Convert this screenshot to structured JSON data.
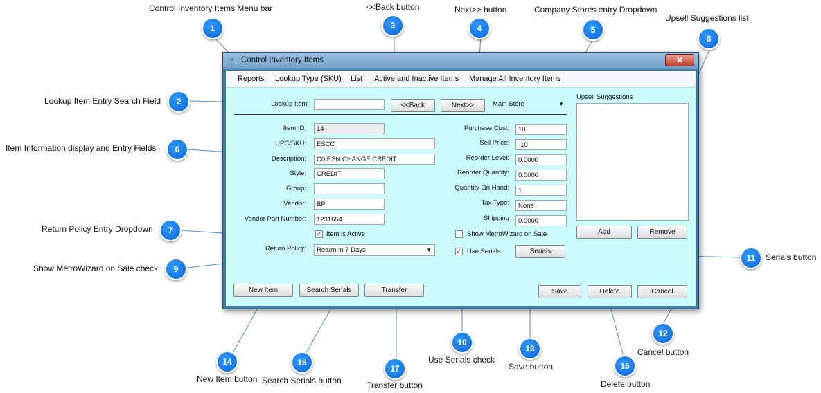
{
  "window": {
    "title": "Control Inventory Items",
    "close_label": "✕"
  },
  "menu": [
    "Reports",
    "Lookup Type (SKU)",
    "List",
    "Active and Inactive Items",
    "Manage All Inventory Items"
  ],
  "lookup": {
    "label": "Lookup Item:",
    "value": "",
    "back_label": "<<Back",
    "next_label": "Next>>",
    "store_value": "Main Store"
  },
  "fields": {
    "item_id": {
      "label": "Item ID:",
      "value": "14"
    },
    "upc": {
      "label": "UPC/SKU:",
      "value": "ESCC"
    },
    "description": {
      "label": "Description:",
      "value": "C0 ESN CHANGE CREDIT"
    },
    "style": {
      "label": "Style:",
      "value": "CREDIT"
    },
    "group": {
      "label": "Group:",
      "value": ""
    },
    "vendor": {
      "label": "Vendor:",
      "value": "BP"
    },
    "vendor_part": {
      "label": "Vendor Part Number:",
      "value": "1231654"
    },
    "purchase_cost": {
      "label": "Purchase Cost:",
      "value": "10"
    },
    "sell_price": {
      "label": "Sell Price:",
      "value": "-10"
    },
    "reorder_level": {
      "label": "Reorder Level:",
      "value": "0.0000"
    },
    "reorder_qty": {
      "label": "Reorder Quantity:",
      "value": "0.0000"
    },
    "qty_on_hand": {
      "label": "Quantity On Hand:",
      "value": "1"
    },
    "tax_type": {
      "label": "Tax Type:",
      "value": "None"
    },
    "shipping": {
      "label": "Shipping",
      "value": "0.0000"
    }
  },
  "checks": {
    "is_active": {
      "label": "Item is Active",
      "checked": true
    },
    "show_wizard": {
      "label": "Show MetroWizard on Sale",
      "checked": false
    },
    "use_serials": {
      "label": "Use Serials",
      "checked": true
    }
  },
  "return_policy": {
    "label": "Return Policy:",
    "value": "Return in 7 Days"
  },
  "upsell": {
    "label": "Upsell Suggestions",
    "add_label": "Add",
    "remove_label": "Remove"
  },
  "buttons": {
    "serials": "Serials",
    "new_item": "New Item",
    "search_serials": "Search Serials",
    "transfer": "Transfer",
    "save": "Save",
    "delete": "Delete",
    "cancel": "Cancel"
  },
  "callouts": {
    "c1": {
      "num": "1",
      "text": "Control Inventory Items Menu bar"
    },
    "c2": {
      "num": "2",
      "text": "Lookup Item Entry Search Field"
    },
    "c3": {
      "num": "3",
      "text": "<<Back button"
    },
    "c4": {
      "num": "4",
      "text": "Next>> button"
    },
    "c5": {
      "num": "5",
      "text": "Company Stores entry Dropdown"
    },
    "c6": {
      "num": "6",
      "text": "Item Information display and Entry Fields"
    },
    "c7": {
      "num": "7",
      "text": "Return Policy Entry Dropdown"
    },
    "c8": {
      "num": "8",
      "text": "Upsell Suggestions list"
    },
    "c9": {
      "num": "9",
      "text": "Show MetroWizard on Sale check"
    },
    "c10": {
      "num": "10",
      "text": "Use Serials check"
    },
    "c11": {
      "num": "11",
      "text": "Serials button"
    },
    "c12": {
      "num": "12",
      "text": "Cancel button"
    },
    "c13": {
      "num": "13",
      "text": "Save button"
    },
    "c14": {
      "num": "14",
      "text": "New Item button"
    },
    "c15": {
      "num": "15",
      "text": "Delete button"
    },
    "c16": {
      "num": "16",
      "text": "Search Serials button"
    },
    "c17": {
      "num": "17",
      "text": "Transfer button"
    }
  },
  "colors": {
    "badge": "#1a7ff0",
    "client_bg": "#ccfcfc",
    "line": "#4a90d9"
  }
}
